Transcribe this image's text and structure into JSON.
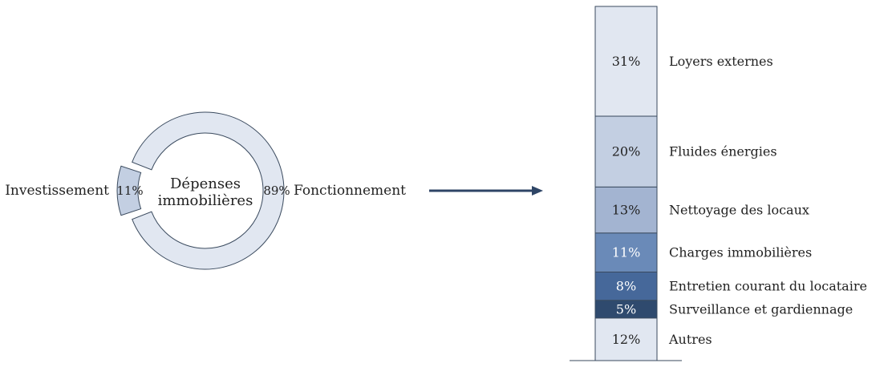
{
  "colors": {
    "outline": "#3a4a5e",
    "arrow": "#2e4566",
    "donut_main": "#e1e7f1",
    "donut_cut": "#c3cfe2",
    "label_dark": "#222222",
    "label_light": "#ffffff"
  },
  "chart_data": [
    {
      "type": "pie",
      "style": "donut",
      "center_label": [
        "Dépenses",
        "immobilières"
      ],
      "slices": [
        {
          "label": "Fonctionnement",
          "value": 89,
          "value_label": "89%"
        },
        {
          "label": "Investissement",
          "value": 11,
          "value_label": "11%",
          "exploded": true
        }
      ]
    },
    {
      "type": "bar",
      "style": "100% stacked column",
      "segments": [
        {
          "label": "Loyers externes",
          "value": 31,
          "value_label": "31%",
          "color": "#e1e7f1",
          "text": "dark"
        },
        {
          "label": "Fluides énergies",
          "value": 20,
          "value_label": "20%",
          "color": "#c3cfe2",
          "text": "dark"
        },
        {
          "label": "Nettoyage des locaux",
          "value": 13,
          "value_label": "13%",
          "color": "#a3b4d1",
          "text": "dark"
        },
        {
          "label": "Charges immobilières",
          "value": 11,
          "value_label": "11%",
          "color": "#6a8ab8",
          "text": "light"
        },
        {
          "label": "Entretien courant du locataire",
          "value": 8,
          "value_label": "8%",
          "color": "#46689a",
          "text": "light"
        },
        {
          "label": "Surveillance et gardiennage",
          "value": 5,
          "value_label": "5%",
          "color": "#2f4a6e",
          "text": "light"
        },
        {
          "label": "Autres",
          "value": 12,
          "value_label": "12%",
          "color": "#e1e7f1",
          "text": "dark"
        }
      ]
    }
  ]
}
